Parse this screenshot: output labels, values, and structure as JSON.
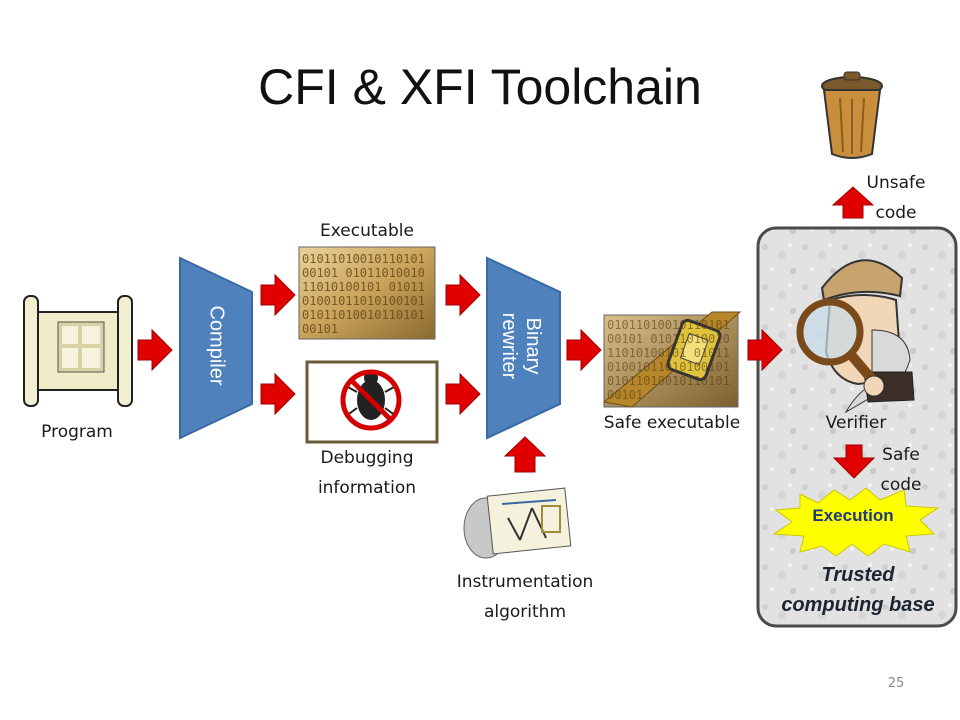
{
  "title": "CFI & XFI Toolchain",
  "page_number": "25",
  "nodes": {
    "program": "Program",
    "compiler": "Compiler",
    "executable": "Executable",
    "debugging": [
      "Debugging",
      "information"
    ],
    "rewriter": [
      "Binary",
      "rewriter"
    ],
    "instrumentation": [
      "Instrumentation",
      "algorithm"
    ],
    "safe_executable": "Safe executable",
    "verifier": "Verifier",
    "unsafe_code": [
      "Unsafe",
      "code"
    ],
    "safe_code": [
      "Safe",
      "code"
    ],
    "execution": "Execution",
    "trusted_computing_base": [
      "Trusted",
      "computing base"
    ]
  },
  "binary_digits": "0101101001011010100101"
}
